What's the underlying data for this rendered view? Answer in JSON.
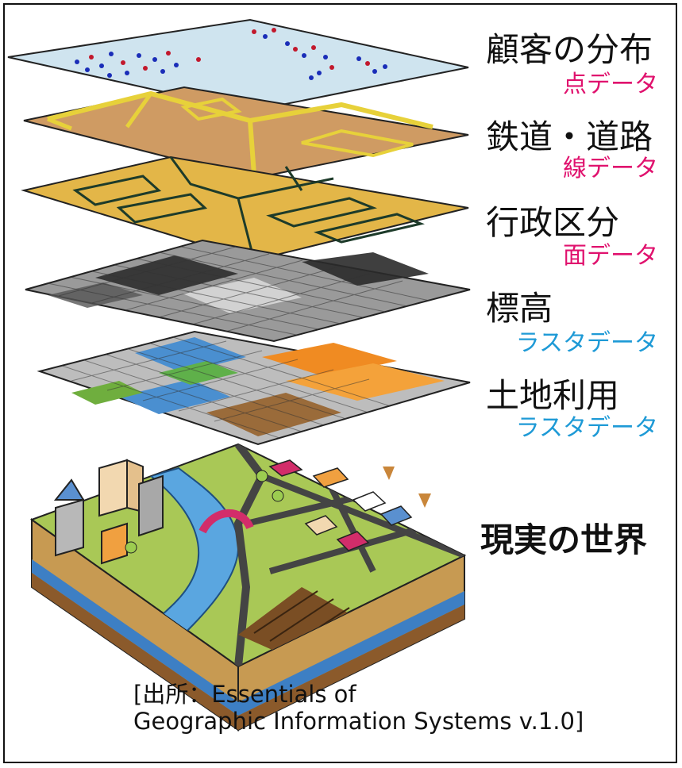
{
  "layers": [
    {
      "name": "顧客の分布",
      "type": "点データ",
      "type_color": "#e0126e"
    },
    {
      "name": "鉄道・道路",
      "type": "線データ",
      "type_color": "#e0126e"
    },
    {
      "name": "行政区分",
      "type": "面データ",
      "type_color": "#e0126e"
    },
    {
      "name": "標高",
      "type": "ラスタデータ",
      "type_color": "#1e9ad6"
    },
    {
      "name": "土地利用",
      "type": "ラスタデータ",
      "type_color": "#1e9ad6"
    }
  ],
  "real_world": "現実の世界",
  "source": {
    "line1": "[出所：Essentials of",
    "line2": "Geographic Information Systems v.1.0]"
  }
}
